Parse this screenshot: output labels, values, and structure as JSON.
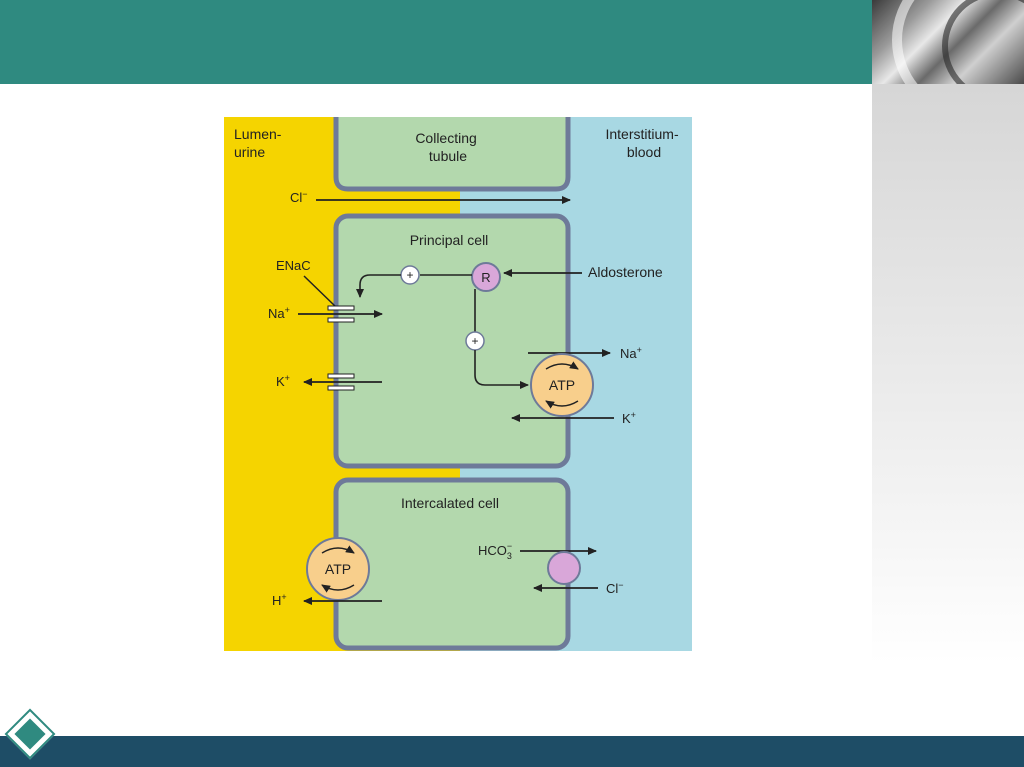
{
  "slide": {
    "colors": {
      "header_bar": "#2f8a80",
      "footer_bar": "#1e4d66",
      "lumen": "#f5d400",
      "interstitium": "#a8d8e3",
      "cell_fill": "#b3d8ad",
      "cell_border": "#6e7a99",
      "atp_fill": "#f8cf8c",
      "receptor_fill": "#d9a7d9"
    }
  },
  "diagram": {
    "lumen_label": [
      "Lumen-",
      "urine"
    ],
    "interstitium_label": [
      "Interstitium-",
      "blood"
    ],
    "tubule_label": [
      "Collecting",
      "tubule"
    ],
    "chloride_top": "Cl",
    "chloride_top_sup": "−",
    "principal_cell": {
      "title": "Principal cell",
      "enac": "ENaC",
      "sodium_in": "Na",
      "sodium_in_sup": "+",
      "potassium_out": "K",
      "potassium_out_sup": "+",
      "stim_top": "+",
      "stim_side": "+",
      "receptor": "R",
      "aldosterone": "Aldosterone",
      "atp": "ATP",
      "sodium_pump": "Na",
      "sodium_pump_sup": "+",
      "potassium_pump": "K",
      "potassium_pump_sup": "+"
    },
    "intercalated_cell": {
      "title": "Intercalated cell",
      "atp": "ATP",
      "proton": "H",
      "proton_sup": "+",
      "bicarbonate": "HCO",
      "bicarbonate_sub": "3",
      "bicarbonate_sup": "−",
      "chloride": "Cl",
      "chloride_sup": "−"
    }
  }
}
